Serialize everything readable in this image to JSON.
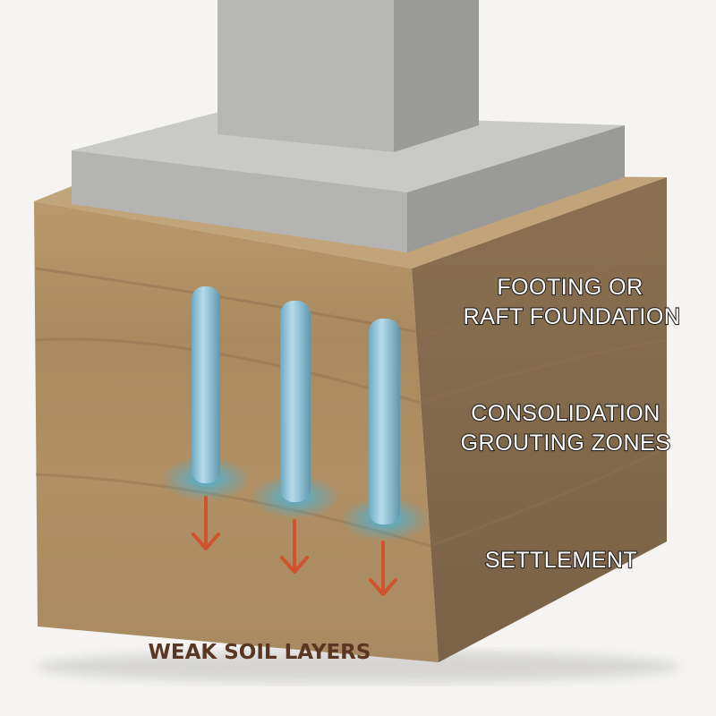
{
  "labels": {
    "footing_line1": "FOOTING OR",
    "footing_line2": "RAFT FOUNDATION",
    "grouting_line1": "CONSOLIDATION",
    "grouting_line2": "GROUTING ZONES",
    "settlement": "SETTLEMENT",
    "weak_soil": "WEAK SOIL LAYERS"
  },
  "colors": {
    "concrete": "#b9b9b7",
    "soil": "#a88a62",
    "pile": "#8fc3d6",
    "glow": "#3fb6e6",
    "arrow": "#d0532d",
    "weak_label": "#5a3722"
  }
}
